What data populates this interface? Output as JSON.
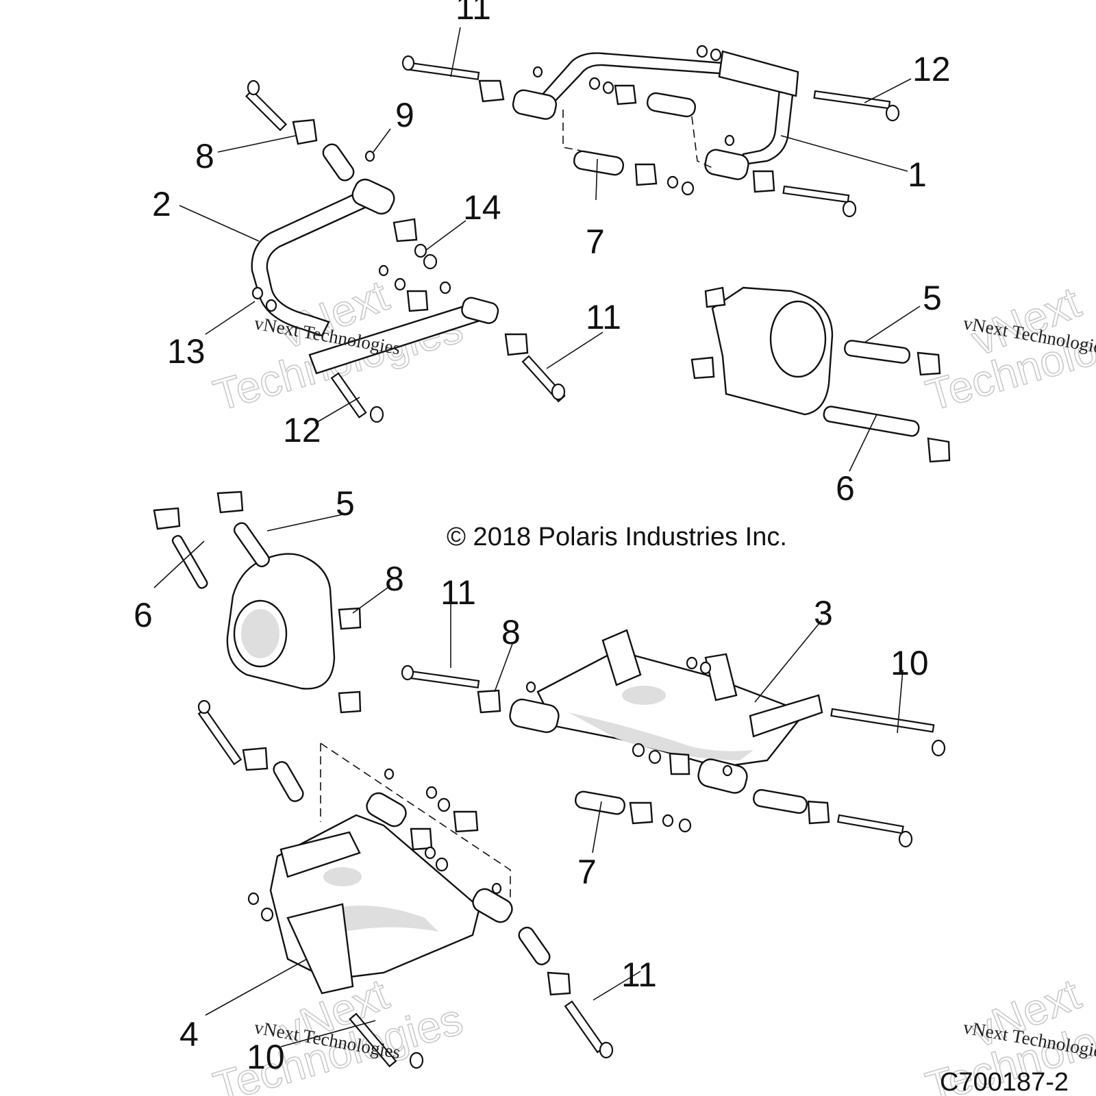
{
  "diagram": {
    "copyright": "© 2018 Polaris Industries Inc.",
    "document_id": "C700187-2",
    "watermark": {
      "small_text": "vNext Technologies",
      "big_line1": "vNext",
      "big_line2": "Technologies"
    },
    "callouts": {
      "c1": "1",
      "c2": "2",
      "c3": "3",
      "c4": "4",
      "c5a": "5",
      "c5b": "5",
      "c6a": "6",
      "c6b": "6",
      "c7a": "7",
      "c7b": "7",
      "c8a": "8",
      "c8b": "8",
      "c8c": "8",
      "c9": "9",
      "c10a": "10",
      "c10b": "10",
      "c11a": "11",
      "c11b": "11",
      "c11c": "11",
      "c11d": "11",
      "c12a": "12",
      "c12b": "12",
      "c13": "13",
      "c14": "14"
    }
  }
}
